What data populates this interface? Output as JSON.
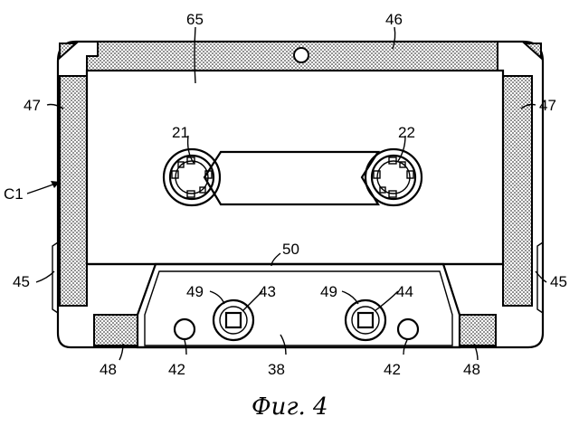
{
  "figure": {
    "caption": "Фиг. 4",
    "labels": {
      "l65": "65",
      "l46": "46",
      "l47a": "47",
      "l47b": "47",
      "l21": "21",
      "l22": "22",
      "lC1": "C1",
      "l45a": "45",
      "l45b": "45",
      "l50": "50",
      "l49a": "49",
      "l43": "43",
      "l49b": "49",
      "l44": "44",
      "l48a": "48",
      "l42a": "42",
      "l38": "38",
      "l42b": "42",
      "l48b": "48"
    }
  }
}
